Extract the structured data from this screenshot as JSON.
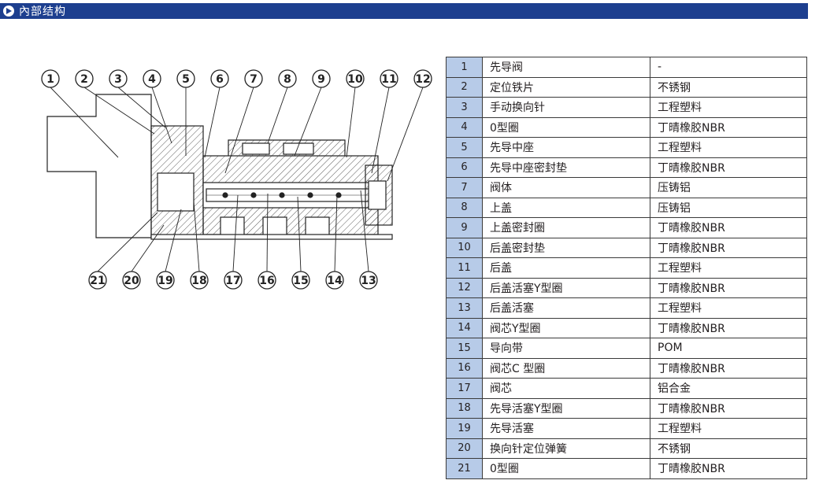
{
  "header": {
    "title": "內部结构",
    "bar_color": "#1d3f8f"
  },
  "callouts": {
    "top": [
      "1",
      "2",
      "3",
      "4",
      "5",
      "6",
      "7",
      "8",
      "9",
      "10",
      "11",
      "12"
    ],
    "bottom": [
      "21",
      "20",
      "19",
      "18",
      "17",
      "16",
      "15",
      "14",
      "13"
    ]
  },
  "parts_table": {
    "number_fill": "#b7cbe8",
    "rows": [
      {
        "no": "1",
        "name": "先导阀",
        "material": "-"
      },
      {
        "no": "2",
        "name": "定位铁片",
        "material": "不锈钢"
      },
      {
        "no": "3",
        "name": "手动换向针",
        "material": "工程塑料"
      },
      {
        "no": "4",
        "name": "0型圈",
        "material": "丁晴橡胶NBR"
      },
      {
        "no": "5",
        "name": "先导中座",
        "material": "工程塑料"
      },
      {
        "no": "6",
        "name": "先导中座密封垫",
        "material": "丁晴橡胶NBR"
      },
      {
        "no": "7",
        "name": "阀体",
        "material": "压铸铝"
      },
      {
        "no": "8",
        "name": "上盖",
        "material": "压铸铝"
      },
      {
        "no": "9",
        "name": "上盖密封圈",
        "material": "丁晴橡胶NBR"
      },
      {
        "no": "10",
        "name": "后盖密封垫",
        "material": "丁晴橡胶NBR"
      },
      {
        "no": "11",
        "name": "后盖",
        "material": "工程塑料"
      },
      {
        "no": "12",
        "name": "后盖活塞Y型圈",
        "material": "丁晴橡胶NBR"
      },
      {
        "no": "13",
        "name": "后盖活塞",
        "material": "工程塑料"
      },
      {
        "no": "14",
        "name": "阀芯Y型圈",
        "material": "丁晴橡胶NBR"
      },
      {
        "no": "15",
        "name": "导向带",
        "material": "POM"
      },
      {
        "no": "16",
        "name": "阀芯C 型圈",
        "material": "丁晴橡胶NBR"
      },
      {
        "no": "17",
        "name": "阀芯",
        "material": "铝合金"
      },
      {
        "no": "18",
        "name": "先导活塞Y型圈",
        "material": "丁晴橡胶NBR"
      },
      {
        "no": "19",
        "name": "先导活塞",
        "material": "工程塑料"
      },
      {
        "no": "20",
        "name": "换向针定位弹簧",
        "material": "不锈钢"
      },
      {
        "no": "21",
        "name": "0型圈",
        "material": "丁晴橡胶NBR"
      }
    ]
  }
}
